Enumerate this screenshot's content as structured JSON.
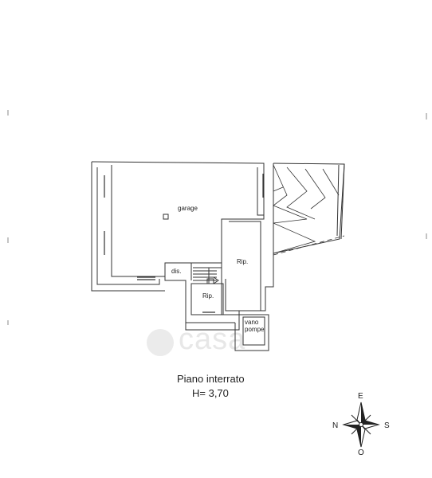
{
  "rooms": {
    "garage": "garage",
    "dis": "dis.",
    "rip_right": "Rip.",
    "rip_small": "Rip.",
    "vano_line1": "vano",
    "vano_line2": "pompe"
  },
  "caption": {
    "title": "Piano interrato",
    "height": "H= 3,70"
  },
  "compass": {
    "north": "N",
    "east": "E",
    "south": "S",
    "west": "O"
  },
  "watermark": "casa"
}
